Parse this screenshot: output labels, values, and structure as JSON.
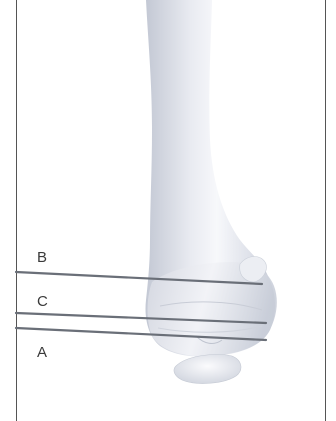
{
  "labels": {
    "b": "B",
    "c": "C",
    "a": "A"
  },
  "colors": {
    "bone_light": "#f4f5f8",
    "bone_mid": "#dfe2ea",
    "bone_shadow": "#b9bfcc",
    "wire": "#6a6f78",
    "frame": "#444444"
  }
}
